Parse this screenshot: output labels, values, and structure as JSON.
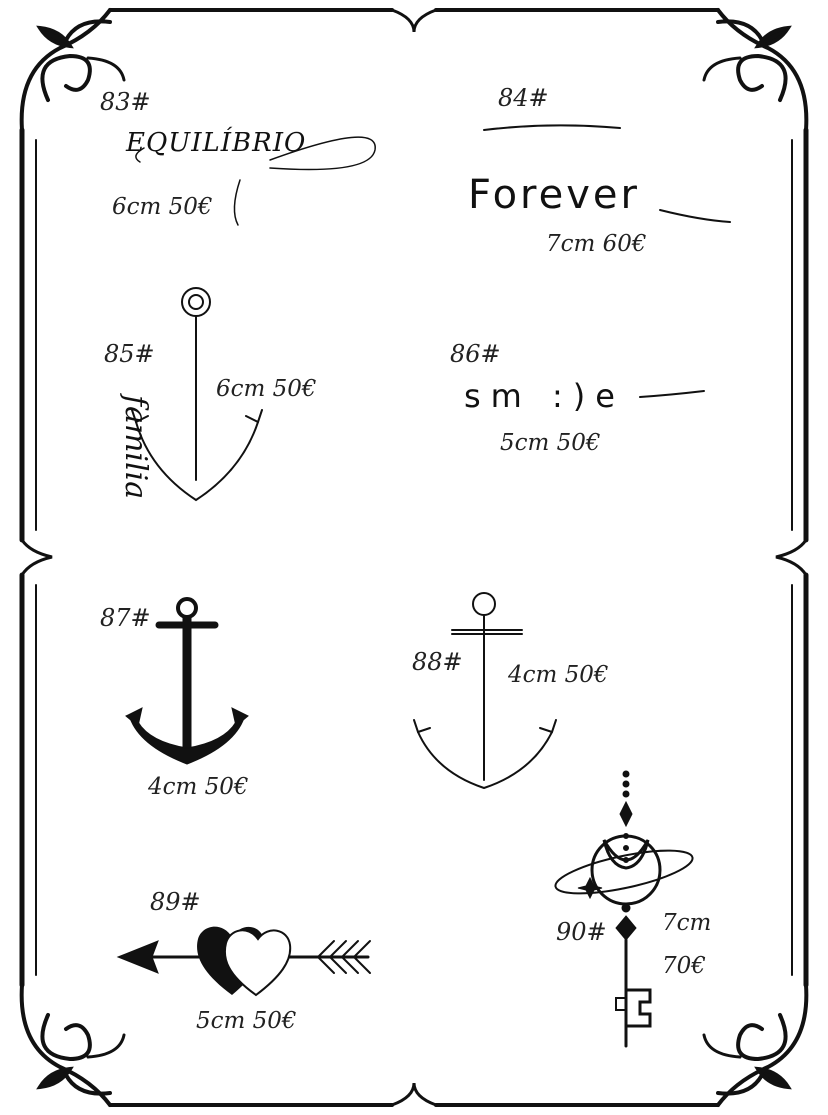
{
  "designs": [
    {
      "number": "83#",
      "word": "EQUILÍBRIO",
      "size_price": "6cm 50€"
    },
    {
      "number": "84#",
      "word": "Forever",
      "size_price": "7cm 60€"
    },
    {
      "number": "85#",
      "word": "familia",
      "size_price": "6cm 50€"
    },
    {
      "number": "86#",
      "word": "sm :)e",
      "size_price": "5cm 50€"
    },
    {
      "number": "87#",
      "size_price": "4cm 50€"
    },
    {
      "number": "88#",
      "size_price": "4cm 50€"
    },
    {
      "number": "89#",
      "size_price": "5cm 50€"
    },
    {
      "number": "90#",
      "size_line1": "7cm",
      "size_line2": "70€"
    }
  ],
  "colors": {
    "ink": "#111111",
    "paper": "#ffffff"
  },
  "icons": [
    "ornate-frame",
    "anchor-icon",
    "arrow-icon",
    "heart-icon",
    "moon-icon",
    "planet-ring-icon",
    "key-icon"
  ]
}
